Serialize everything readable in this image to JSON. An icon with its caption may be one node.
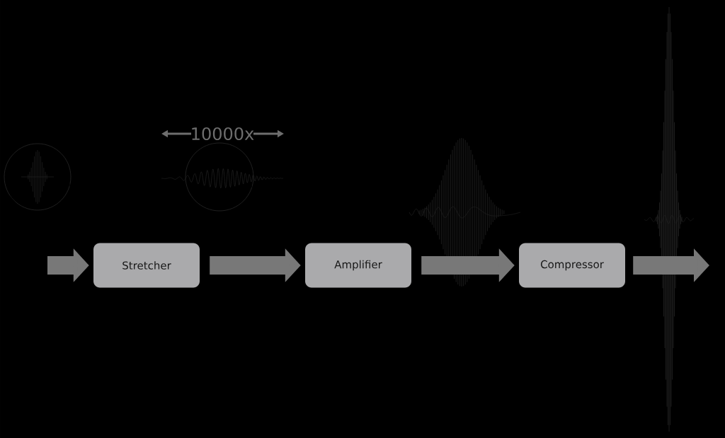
{
  "diagram": {
    "nodes": [
      {
        "text": [
          "Stretcher"
        ]
      },
      {
        "text": [
          "Amplifier"
        ]
      },
      {
        "text": [
          "Compressor"
        ]
      }
    ],
    "edges": [
      {
        "from": null,
        "to": 0,
        "arrow": "to"
      },
      {
        "from": 0,
        "to": 1,
        "arrow": "to"
      },
      {
        "from": 1,
        "to": 2,
        "arrow": "to"
      },
      {
        "from": 2,
        "to": null,
        "arrow": "to"
      }
    ],
    "labels": [
      "10000x"
    ]
  }
}
